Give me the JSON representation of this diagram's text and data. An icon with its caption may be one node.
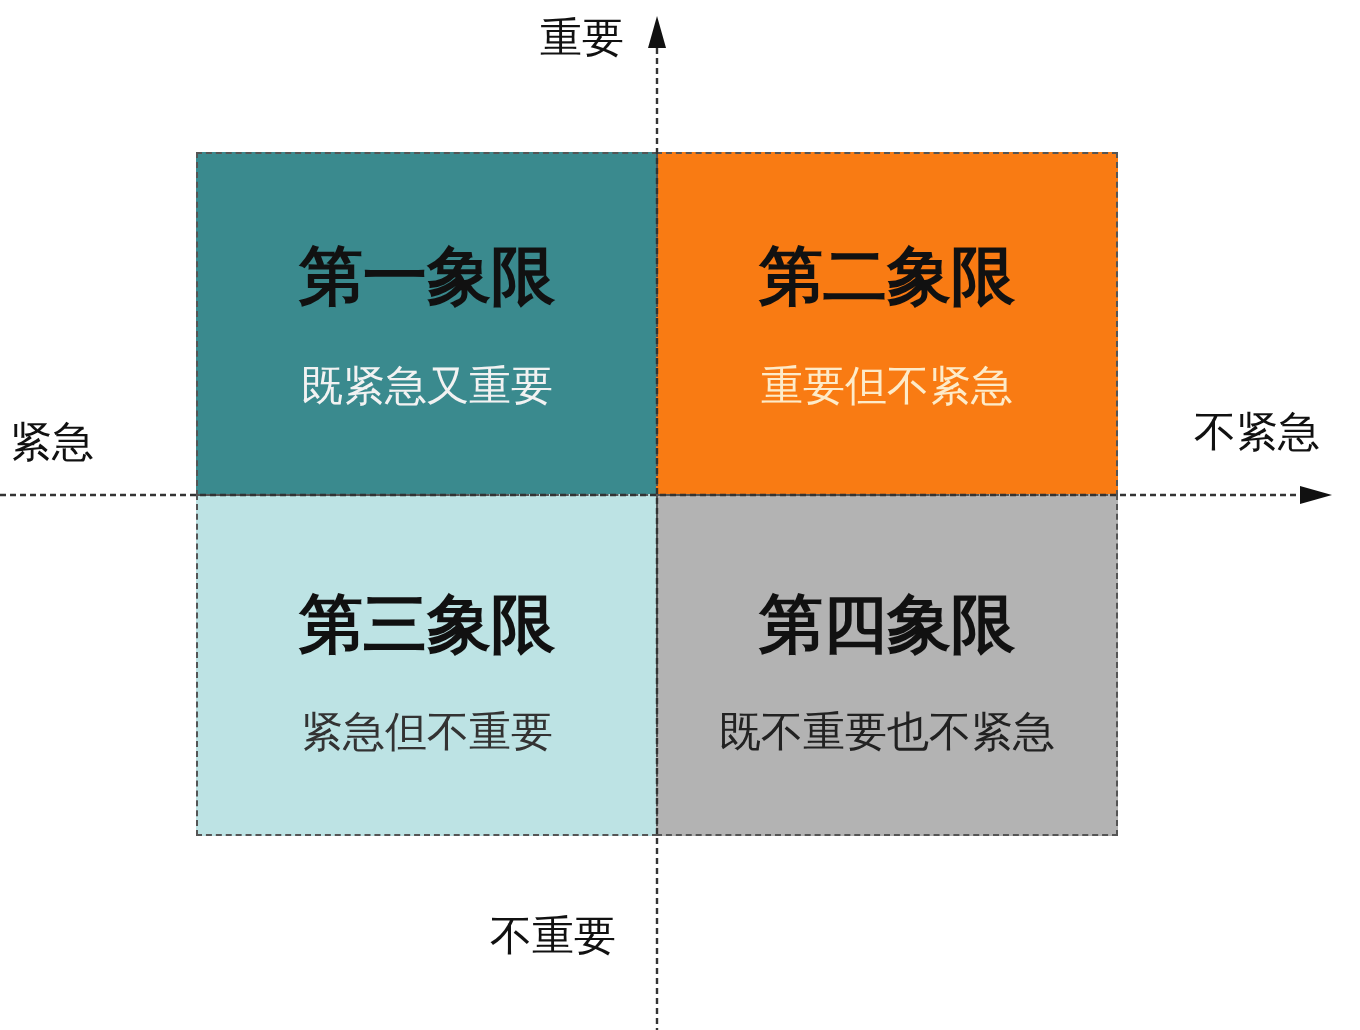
{
  "diagram": {
    "nodes": [
      {
        "text": [
          "第一象限",
          "既紧急又重要"
        ]
      },
      {
        "text": [
          "第二象限",
          "重要但不紧急"
        ]
      },
      {
        "text": [
          "第三象限",
          "紧急但不重要"
        ]
      },
      {
        "text": [
          "第四象限",
          "既不重要也不紧急"
        ]
      }
    ],
    "labels": [
      "重要",
      "紧急",
      "不紧急",
      "不重要"
    ]
  }
}
